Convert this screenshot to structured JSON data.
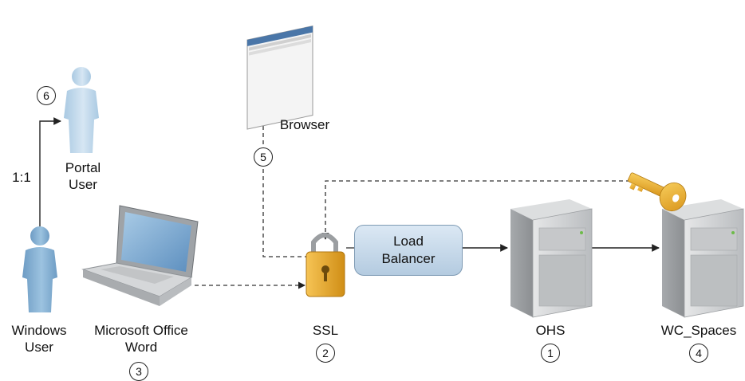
{
  "diagram": {
    "nodes": {
      "portal_user": {
        "label": "Portal\nUser",
        "step": "6"
      },
      "windows_user": {
        "label": "Windows\nUser"
      },
      "browser": {
        "label": "Browser",
        "step": "5"
      },
      "ms_word": {
        "label": "Microsoft Office\nWord",
        "step": "3"
      },
      "ssl": {
        "label": "SSL",
        "step": "2"
      },
      "load_balancer": {
        "label": "Load\nBalancer"
      },
      "ohs": {
        "label": "OHS",
        "step": "1"
      },
      "wc_spaces": {
        "label": "WC_Spaces",
        "step": "4"
      }
    },
    "edges": {
      "windows_to_portal": {
        "label": "1:1",
        "style": "solid"
      }
    }
  },
  "colors": {
    "user_blue": "#8fb9d8",
    "user_blue_dark": "#5d8db5",
    "lock_gold": "#e8a92a",
    "key_gold": "#f0b53a",
    "server_gray": "#c9cbcd",
    "lb_fill": "#c6d8ea"
  },
  "icons": [
    "user-icon",
    "laptop-icon",
    "browser-window-icon",
    "padlock-icon",
    "server-icon",
    "key-icon"
  ]
}
